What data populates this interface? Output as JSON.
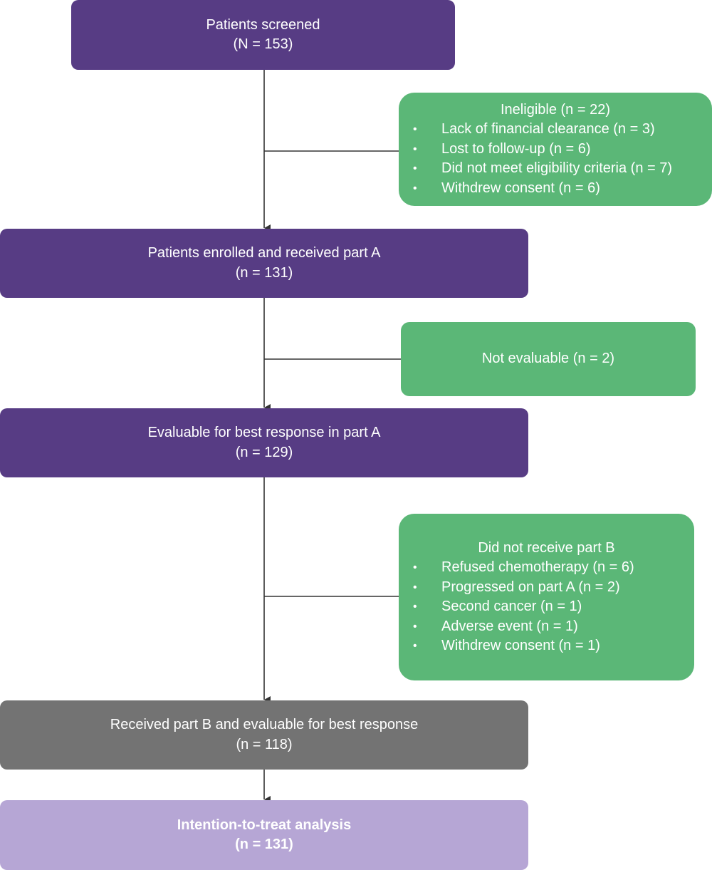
{
  "main_flow": [
    {
      "label": "Patients screened",
      "count": "(N = 153)"
    },
    {
      "label": "Patients enrolled and received part A",
      "count": "(n = 131)"
    },
    {
      "label": "Evaluable for best response in part A",
      "count": "(n = 129)"
    },
    {
      "label": "Received part B and evaluable for best response",
      "count": "(n = 118)"
    },
    {
      "label": "Intention-to-treat analysis",
      "count": "(n = 131)"
    }
  ],
  "exclusions": [
    {
      "title": "Ineligible (n = 22)",
      "items": [
        "Lack of financial clearance (n = 3)",
        "Lost to follow-up (n = 6)",
        "Did not meet eligibility criteria (n = 7)",
        "Withdrew consent (n = 6)"
      ]
    },
    {
      "title": "Not evaluable (n = 2)",
      "items": []
    },
    {
      "title": "Did not receive part B",
      "items": [
        "Refused chemotherapy (n = 6)",
        "Progressed on part A (n = 2)",
        "Second cancer (n = 1)",
        "Adverse event (n = 1)",
        "Withdrew consent (n = 1)"
      ]
    }
  ],
  "colors": {
    "purple": "#573c84",
    "green": "#5bb777",
    "gray": "#737373",
    "lavender": "#b6a6d5",
    "line": "#333333"
  }
}
